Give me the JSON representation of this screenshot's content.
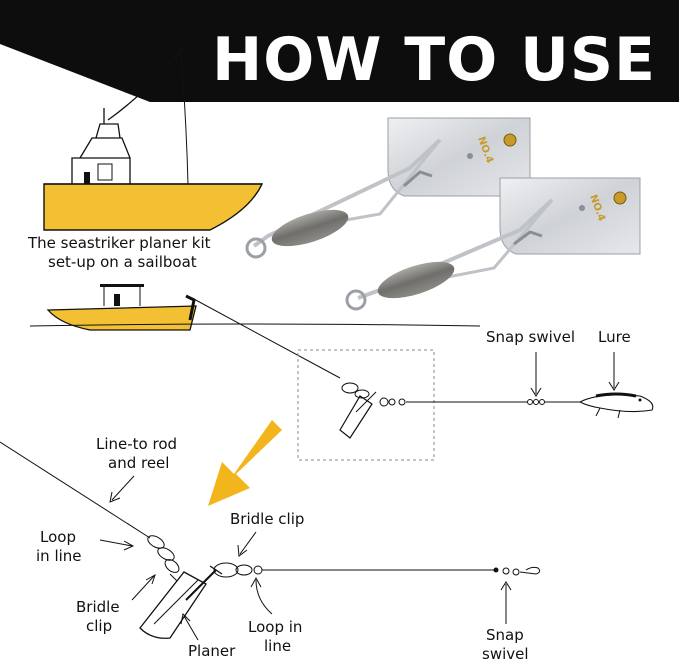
{
  "title": "HOW TO USE",
  "colors": {
    "banner_black": "#0d0d0d",
    "banner_yellow": "#f4c02a",
    "boat_yellow": "#f3c034",
    "arrow_yellow": "#f3b51c",
    "metal": "#d7d9dc",
    "weight": "#7e7d79"
  },
  "product": {
    "stamp_1": "NO.4",
    "stamp_2": "NO.4"
  },
  "labels": {
    "sailboat_caption_1": "The seastriker planer kit",
    "sailboat_caption_2": "set-up on a sailboat",
    "snap_swivel_top": "Snap swivel",
    "lure": "Lure",
    "line_to_rod_1": "Line-to rod",
    "line_to_rod_2": "and reel",
    "loop_in_line_left_1": "Loop",
    "loop_in_line_left_2": "in line",
    "bridle_clip_top": "Bridle clip",
    "bridle_clip_left_1": "Bridle",
    "bridle_clip_left_2": "clip",
    "planer": "Planer",
    "loop_in_line_bottom_1": "Loop in",
    "loop_in_line_bottom_2": "line",
    "snap_swivel_bottom_1": "Snap",
    "snap_swivel_bottom_2": "swivel"
  },
  "icons": {
    "arrow": "down-left-arrow-icon",
    "zoom_box": "dashed-detail-box"
  }
}
